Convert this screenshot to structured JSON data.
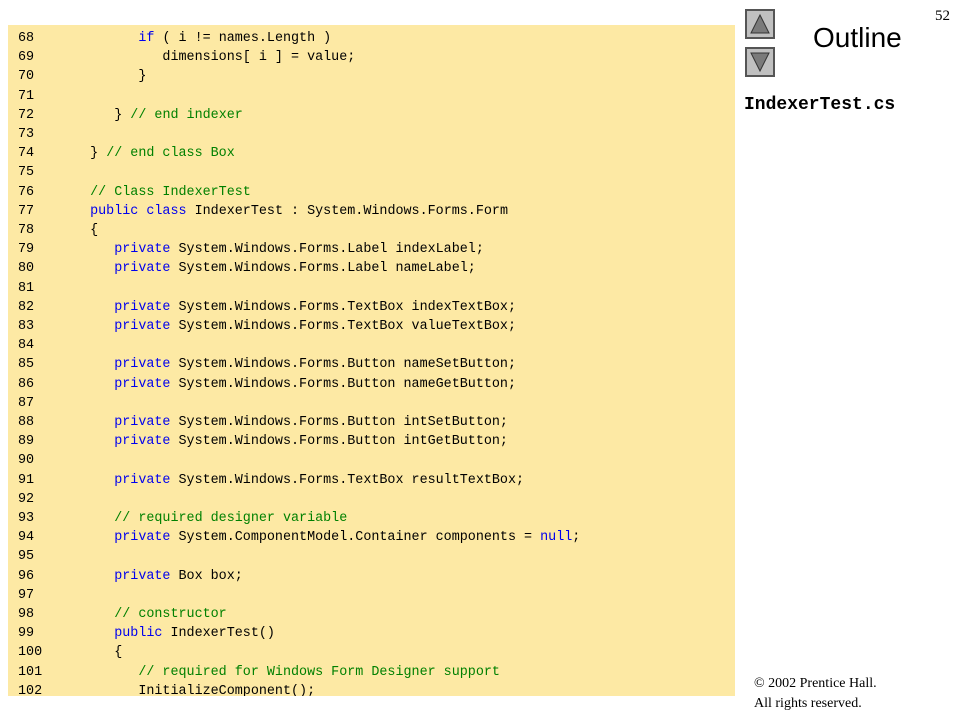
{
  "slide": {
    "page_number": "52",
    "outline_label": "Outline",
    "file_name": "IndexerTest.cs",
    "copyright": [
      "© 2002 Prentice Hall.",
      "All rights reserved."
    ]
  },
  "code": {
    "lines": [
      {
        "num": "68",
        "segments": [
          {
            "t": "         "
          },
          {
            "t": "if",
            "k": "kw"
          },
          {
            "t": " ( i != names.Length )"
          }
        ]
      },
      {
        "num": "69",
        "segments": [
          {
            "t": "            dimensions[ i ] = value;"
          }
        ]
      },
      {
        "num": "70",
        "segments": [
          {
            "t": "         }"
          }
        ]
      },
      {
        "num": "71",
        "segments": []
      },
      {
        "num": "72",
        "segments": [
          {
            "t": "      } "
          },
          {
            "t": "// end indexer",
            "k": "cm"
          }
        ]
      },
      {
        "num": "73",
        "segments": []
      },
      {
        "num": "74",
        "segments": [
          {
            "t": "   } "
          },
          {
            "t": "// end class Box",
            "k": "cm"
          }
        ]
      },
      {
        "num": "75",
        "segments": []
      },
      {
        "num": "76",
        "segments": [
          {
            "t": "   "
          },
          {
            "t": "// Class IndexerTest",
            "k": "cm"
          }
        ]
      },
      {
        "num": "77",
        "segments": [
          {
            "t": "   "
          },
          {
            "t": "public class",
            "k": "kw"
          },
          {
            "t": " IndexerTest : System.Windows.Forms.Form"
          }
        ]
      },
      {
        "num": "78",
        "segments": [
          {
            "t": "   {"
          }
        ]
      },
      {
        "num": "79",
        "segments": [
          {
            "t": "      "
          },
          {
            "t": "private",
            "k": "kw"
          },
          {
            "t": " System.Windows.Forms.Label indexLabel;"
          }
        ]
      },
      {
        "num": "80",
        "segments": [
          {
            "t": "      "
          },
          {
            "t": "private",
            "k": "kw"
          },
          {
            "t": " System.Windows.Forms.Label nameLabel;"
          }
        ]
      },
      {
        "num": "81",
        "segments": []
      },
      {
        "num": "82",
        "segments": [
          {
            "t": "      "
          },
          {
            "t": "private",
            "k": "kw"
          },
          {
            "t": " System.Windows.Forms.TextBox indexTextBox;"
          }
        ]
      },
      {
        "num": "83",
        "segments": [
          {
            "t": "      "
          },
          {
            "t": "private",
            "k": "kw"
          },
          {
            "t": " System.Windows.Forms.TextBox valueTextBox;"
          }
        ]
      },
      {
        "num": "84",
        "segments": []
      },
      {
        "num": "85",
        "segments": [
          {
            "t": "      "
          },
          {
            "t": "private",
            "k": "kw"
          },
          {
            "t": " System.Windows.Forms.Button nameSetButton;"
          }
        ]
      },
      {
        "num": "86",
        "segments": [
          {
            "t": "      "
          },
          {
            "t": "private",
            "k": "kw"
          },
          {
            "t": " System.Windows.Forms.Button nameGetButton;"
          }
        ]
      },
      {
        "num": "87",
        "segments": []
      },
      {
        "num": "88",
        "segments": [
          {
            "t": "      "
          },
          {
            "t": "private",
            "k": "kw"
          },
          {
            "t": " System.Windows.Forms.Button intSetButton;"
          }
        ]
      },
      {
        "num": "89",
        "segments": [
          {
            "t": "      "
          },
          {
            "t": "private",
            "k": "kw"
          },
          {
            "t": " System.Windows.Forms.Button intGetButton;"
          }
        ]
      },
      {
        "num": "90",
        "segments": []
      },
      {
        "num": "91",
        "segments": [
          {
            "t": "      "
          },
          {
            "t": "private",
            "k": "kw"
          },
          {
            "t": " System.Windows.Forms.TextBox resultTextBox;"
          }
        ]
      },
      {
        "num": "92",
        "segments": []
      },
      {
        "num": "93",
        "segments": [
          {
            "t": "      "
          },
          {
            "t": "// required designer variable",
            "k": "cm"
          }
        ]
      },
      {
        "num": "94",
        "segments": [
          {
            "t": "      "
          },
          {
            "t": "private",
            "k": "kw"
          },
          {
            "t": " System.ComponentModel.Container components = "
          },
          {
            "t": "null",
            "k": "kw"
          },
          {
            "t": ";"
          }
        ]
      },
      {
        "num": "95",
        "segments": []
      },
      {
        "num": "96",
        "segments": [
          {
            "t": "      "
          },
          {
            "t": "private",
            "k": "kw"
          },
          {
            "t": " Box box;"
          }
        ]
      },
      {
        "num": "97",
        "segments": []
      },
      {
        "num": "98",
        "segments": [
          {
            "t": "      "
          },
          {
            "t": "// constructor",
            "k": "cm"
          }
        ]
      },
      {
        "num": "99",
        "segments": [
          {
            "t": "      "
          },
          {
            "t": "public",
            "k": "kw"
          },
          {
            "t": " IndexerTest()"
          }
        ]
      },
      {
        "num": "100",
        "segments": [
          {
            "t": "      {"
          }
        ]
      },
      {
        "num": "101",
        "segments": [
          {
            "t": "         "
          },
          {
            "t": "// required for Windows Form Designer support",
            "k": "cm"
          }
        ]
      },
      {
        "num": "102",
        "segments": [
          {
            "t": "         InitializeComponent();"
          }
        ]
      }
    ]
  },
  "colors": {
    "code_background": "#fde9a4",
    "keyword": "#0000ee",
    "comment": "#008000",
    "nav_button": "#c0c0c0"
  },
  "icons": {
    "previous": "triangle-up-icon",
    "next": "triangle-down-icon"
  }
}
